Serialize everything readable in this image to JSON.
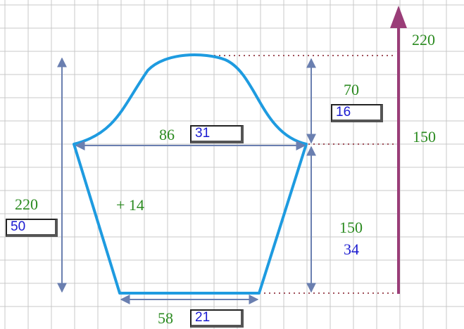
{
  "colors": {
    "grid": "#c8c8c8",
    "outline": "#1e9be0",
    "dimension_arrow": "#6a7fb0",
    "total_arrow": "#9a3d78",
    "dotted_guide": "#a0505a",
    "label_green": "#2a8a1f",
    "label_blue": "#1a1ad0"
  },
  "labels": {
    "total_height": "220",
    "cap_height_left": "150",
    "cap_height": "70",
    "cap_height_box": "16",
    "upper_width": "86",
    "upper_width_box": "31",
    "increase": "+ 14",
    "left_height": "220",
    "left_height_box": "50",
    "lower_height": "150",
    "lower_height_value": "34",
    "bottom_width": "58",
    "bottom_width_box": "21"
  }
}
